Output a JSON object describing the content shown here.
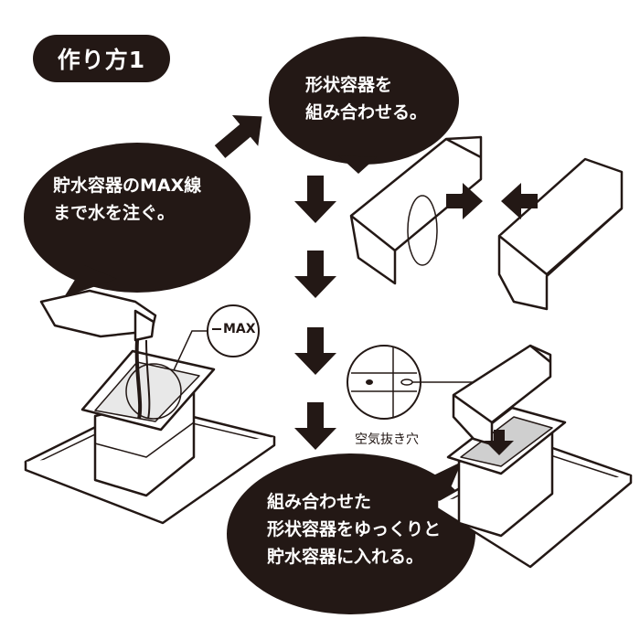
{
  "heading": "作り方1",
  "steps": {
    "pour": {
      "line1": "貯水容器のMAX線",
      "line2": "まで水を注ぐ。"
    },
    "combine": {
      "line1": "形状容器を",
      "line2": "組み合わせる。"
    },
    "insert": {
      "line1": "組み合わせた",
      "line2": "形状容器をゆっくりと",
      "line3": "貯水容器に入れる。"
    }
  },
  "labels": {
    "max_line": "MAX",
    "air_hole": "空気抜き穴"
  },
  "colors": {
    "ink": "#231815",
    "paper": "#ffffff",
    "shade": "#cfcfcf"
  }
}
